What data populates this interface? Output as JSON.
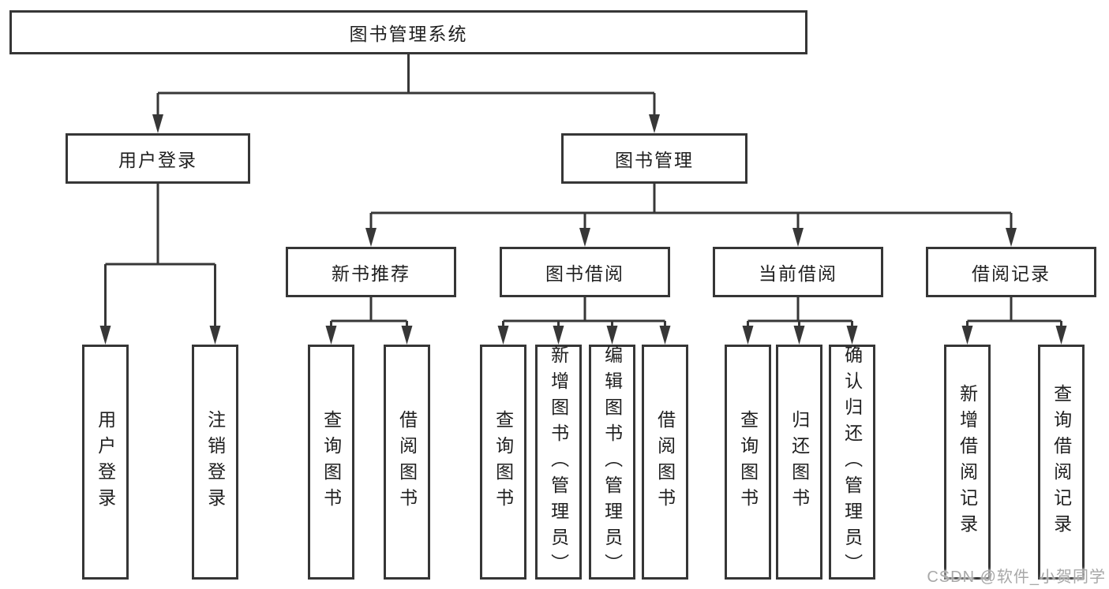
{
  "diagram": {
    "root": {
      "label": "图书管理系统"
    },
    "user_login": {
      "label": "用户登录",
      "children": [
        {
          "label": "用户登录"
        },
        {
          "label": "注销登录"
        }
      ]
    },
    "book_mgmt": {
      "label": "图书管理",
      "children": [
        {
          "label": "新书推荐",
          "children": [
            {
              "label": "查询图书"
            },
            {
              "label": "借阅图书"
            }
          ]
        },
        {
          "label": "图书借阅",
          "children": [
            {
              "label": "查询图书"
            },
            {
              "label": "新增图书（管理员）"
            },
            {
              "label": "编辑图书（管理员）"
            },
            {
              "label": "借阅图书"
            }
          ]
        },
        {
          "label": "当前借阅",
          "children": [
            {
              "label": "查询图书"
            },
            {
              "label": "归还图书"
            },
            {
              "label": "确认归还（管理员）"
            }
          ]
        },
        {
          "label": "借阅记录",
          "children": [
            {
              "label": "新增借阅记录"
            },
            {
              "label": "查询借阅记录"
            }
          ]
        }
      ]
    }
  },
  "watermark": "CSDN @软件_小贺同学",
  "colors": {
    "line": "#373737",
    "border": "#363636",
    "text": "#1f1f1f",
    "node_fill": "#ffffff",
    "watermark": "#a8a8a8",
    "background": "#ffffff"
  }
}
